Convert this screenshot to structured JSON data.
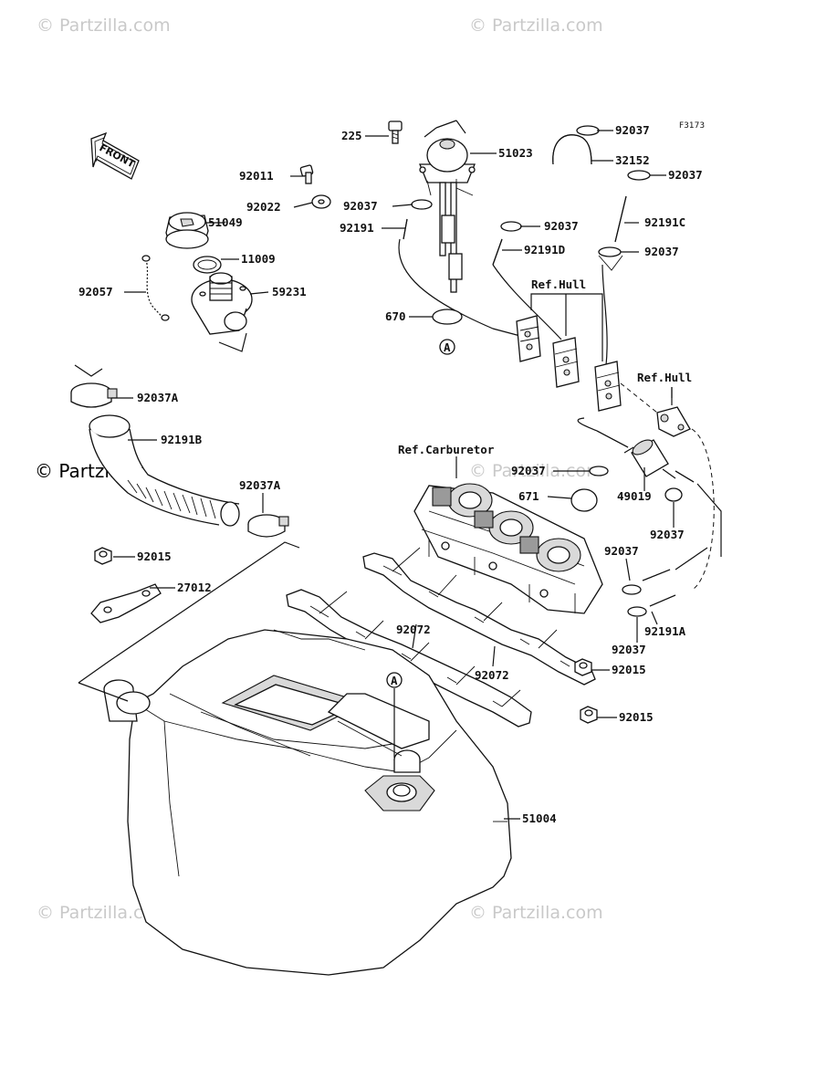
{
  "figure_code": "F3173",
  "watermarks": {
    "small": "© Partzilla.com",
    "main": "© Partzilla.com"
  },
  "front_arrow": "FRONT",
  "refs": {
    "hull_1": "Ref.Hull",
    "hull_2": "Ref.Hull",
    "carburetor": "Ref.Carburetor"
  },
  "markers": {
    "a_top": "A",
    "a_tank": "A"
  },
  "parts": {
    "p225": "225",
    "p51023": "51023",
    "p92037_top": "92037",
    "p32152": "32152",
    "p92037_r2": "92037",
    "p92011": "92011",
    "p92022": "92022",
    "p92037_mid": "92037",
    "p92037_ctr": "92037",
    "p51049": "51049",
    "p92191": "92191",
    "p92191C": "92191C",
    "p11009": "11009",
    "p92191D": "92191D",
    "p92037_r3": "92037",
    "p92057": "92057",
    "p59231": "59231",
    "p670": "670",
    "p92037A_1": "92037A",
    "p92191B": "92191B",
    "p92037_filter": "92037",
    "p671": "671",
    "p49019": "49019",
    "p92037A_2": "92037A",
    "p92037_r4": "92037",
    "p92015_1": "92015",
    "p92037_r5": "92037",
    "p27012": "27012",
    "p92191A": "92191A",
    "p92037_r6": "92037",
    "p92072_1": "92072",
    "p92072_2": "92072",
    "p92015_2": "92015",
    "p92015_3": "92015",
    "p51004": "51004"
  }
}
